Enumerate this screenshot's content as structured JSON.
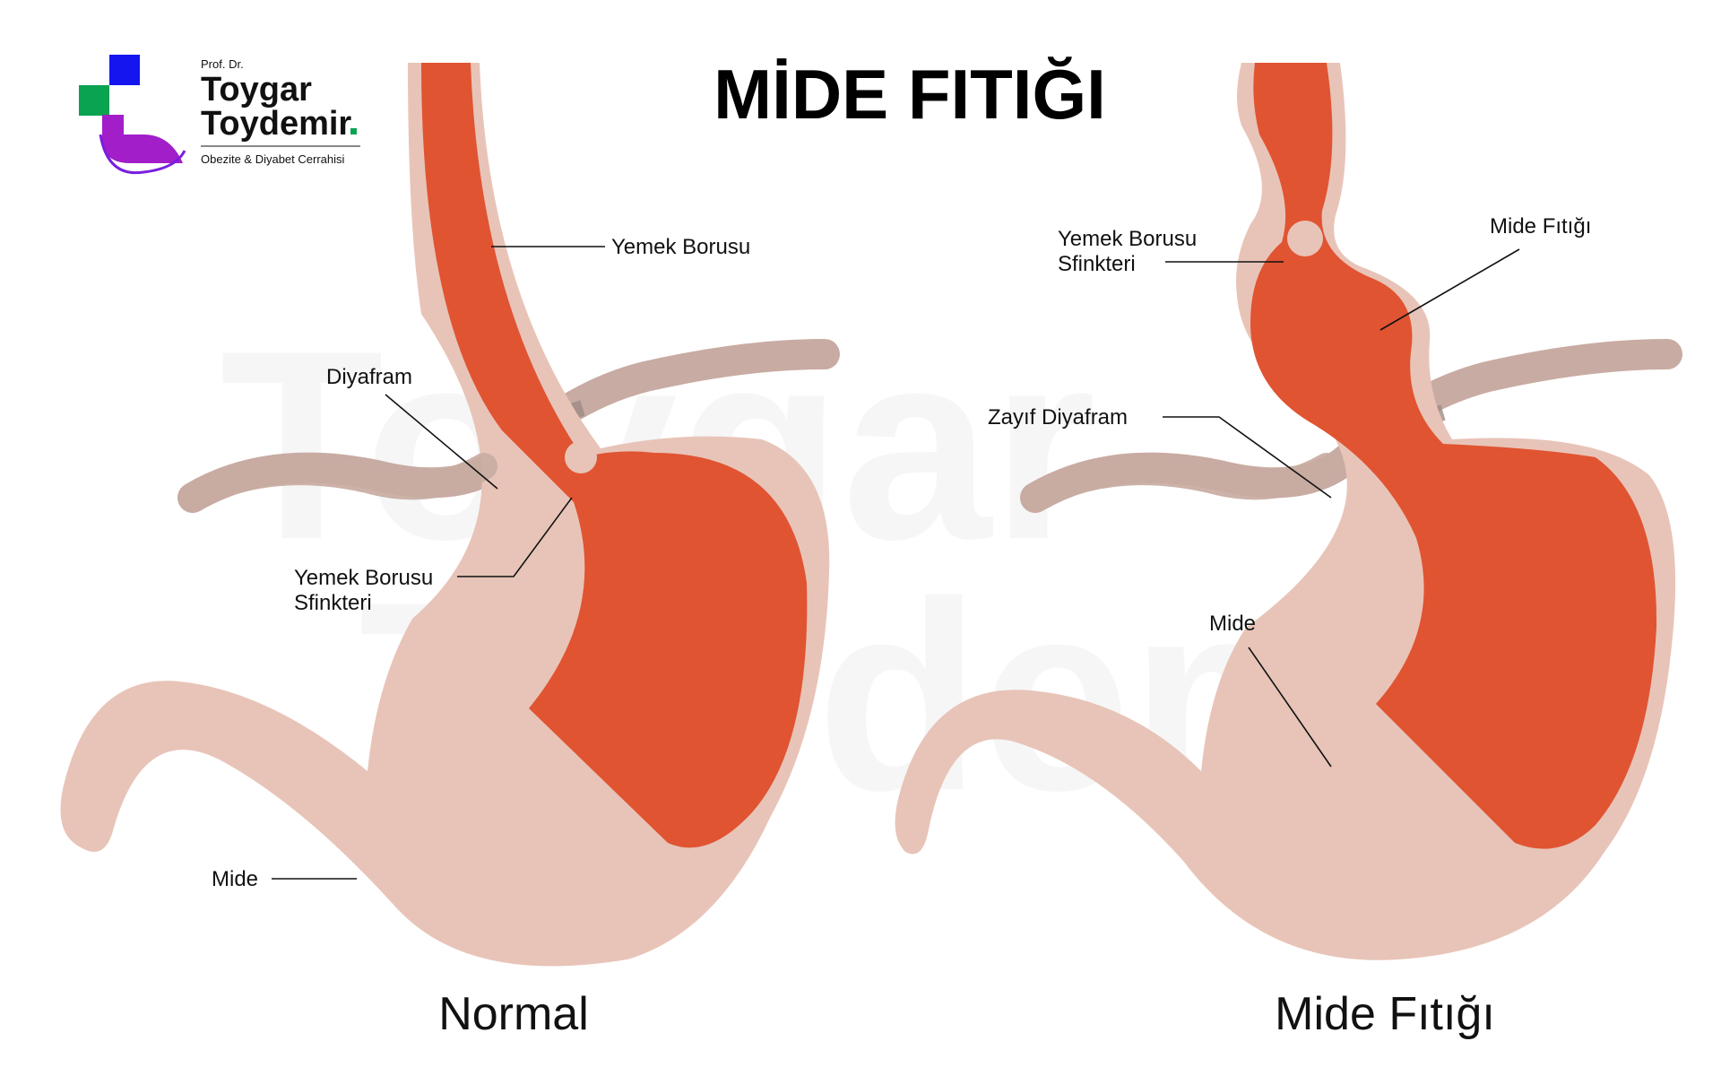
{
  "title": "MİDE FITIĞI",
  "logo": {
    "prefix": "Prof. Dr.",
    "name_line1": "Toygar",
    "name_line2": "Toydemir",
    "subtitle": "Obezite & Diyabet Cerrahisi",
    "colors": {
      "blue": "#1515f0",
      "green": "#0aa352",
      "magenta": "#d6189a",
      "purple": "#7a1ee0"
    }
  },
  "watermark": {
    "line1": "Toygar",
    "line2": "Toydemir"
  },
  "colors": {
    "stomach_outer": "#e8c4b8",
    "stomach_inner": "#e05432",
    "diaphragm": "#c8aba2",
    "diaphragm_shadow": "#9e8b86"
  },
  "normal": {
    "caption": "Normal",
    "labels": {
      "esophagus": "Yemek Borusu",
      "diaphragm": "Diyafram",
      "sphincter_line1": "Yemek Borusu",
      "sphincter_line2": "Sfinkteri",
      "stomach": "Mide"
    }
  },
  "hernia": {
    "caption": "Mide Fıtığı",
    "labels": {
      "sphincter_line1": "Yemek Borusu",
      "sphincter_line2": "Sfinkteri",
      "hernia": "Mide Fıtığı",
      "weak_diaphragm": "Zayıf Diyafram",
      "stomach": "Mide"
    }
  }
}
